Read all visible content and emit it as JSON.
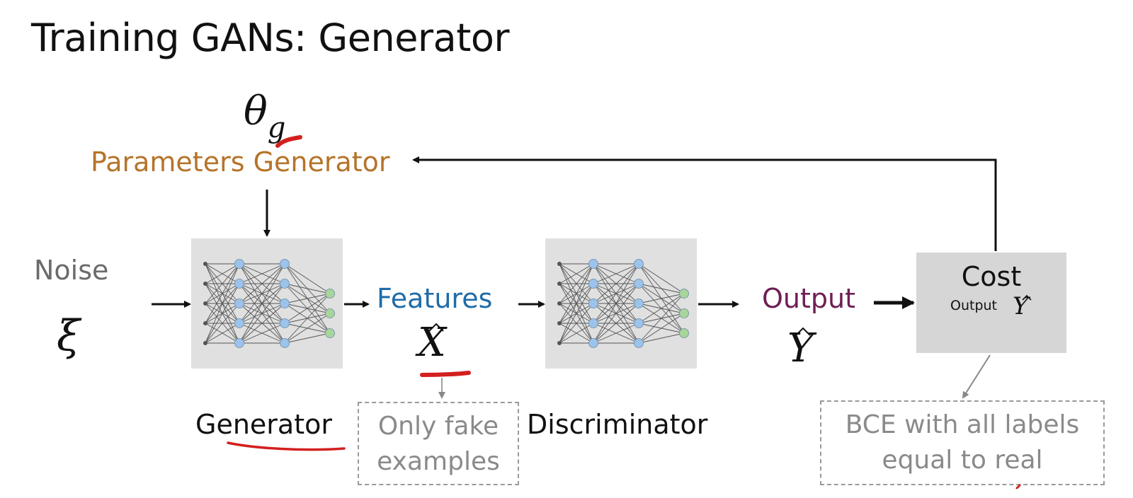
{
  "slide": {
    "title": "Training GANs: Generator",
    "theta_symbol": "θ",
    "theta_subscript": "g",
    "parameters_label": "Parameters Generator",
    "noise_label": "Noise",
    "noise_symbol": "ξ",
    "features_label": "Features",
    "features_symbol": "X",
    "output_label": "Output",
    "output_symbol": "Y",
    "generator_label": "Generator",
    "discriminator_label": "Discriminator",
    "cost_title": "Cost",
    "cost_subtitle": "Output",
    "cost_symbol": "Y",
    "fake_note_line1": "Only fake",
    "fake_note_line2": "examples",
    "bce_note_line1": "BCE with all labels",
    "bce_note_line2": "equal to real"
  },
  "colors": {
    "parameters": "#b5742a",
    "features": "#1f6ca8",
    "output": "#6e1f55",
    "annotation_red": "#d41f1f",
    "node_blue": "#9cc3ea",
    "node_green": "#a8d59a"
  }
}
